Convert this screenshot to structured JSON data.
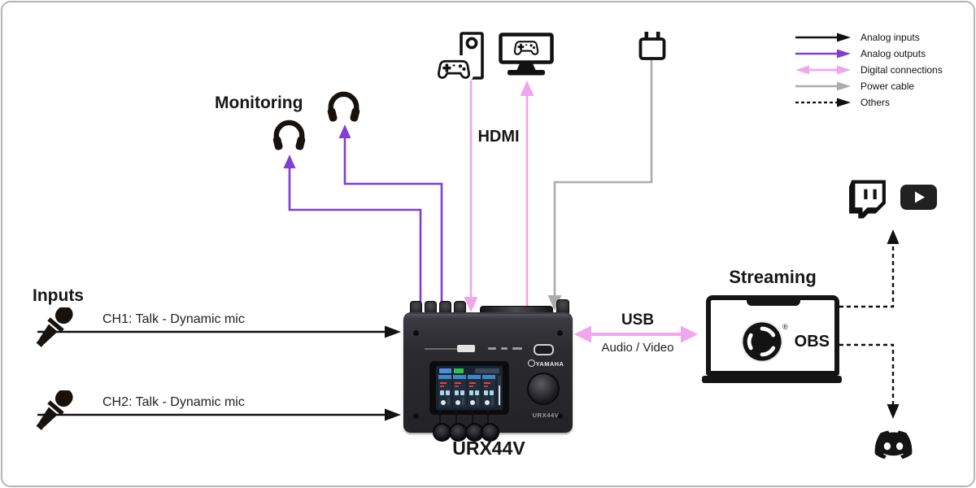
{
  "colors": {
    "analog_inputs": "#111111",
    "analog_outputs": "#7E3FD2",
    "digital_connections": "#F0A5EC",
    "power_cable": "#ACACAC",
    "others": "#111111"
  },
  "legend": {
    "items": [
      {
        "label": "Analog inputs",
        "style": "solid-black"
      },
      {
        "label": "Analog outputs",
        "style": "solid-purple"
      },
      {
        "label": "Digital connections",
        "style": "double-pink"
      },
      {
        "label": "Power cable",
        "style": "solid-gray"
      },
      {
        "label": "Others",
        "style": "dashed-black"
      }
    ]
  },
  "labels": {
    "monitoring": "Monitoring",
    "hdmi": "HDMI",
    "inputs": "Inputs",
    "ch1": "CH1: Talk - Dynamic mic",
    "ch2": "CH2: Talk - Dynamic mic",
    "usb": "USB",
    "usb_sub": "Audio / Video",
    "streaming": "Streaming",
    "device_name": "URX44V"
  },
  "device": {
    "brand": "YAMAHA",
    "model": "URX44V"
  },
  "obs": {
    "name": "OBS",
    "registered": "®"
  },
  "icons": {
    "headphones-icon": "svg-headphones",
    "microphone-icon": "svg-dynamic-mic",
    "game-console-icon": "svg-console-tower-with-gamepad",
    "gaming-monitor-icon": "svg-monitor-with-gamepad",
    "power-plug-icon": "svg-ac-plug",
    "laptop-icon": "svg-laptop",
    "obs-logo-icon": "svg-obs-swirl",
    "twitch-icon": "svg-twitch-glitch",
    "youtube-icon": "svg-youtube-play",
    "discord-icon": "svg-discord-mascot"
  }
}
